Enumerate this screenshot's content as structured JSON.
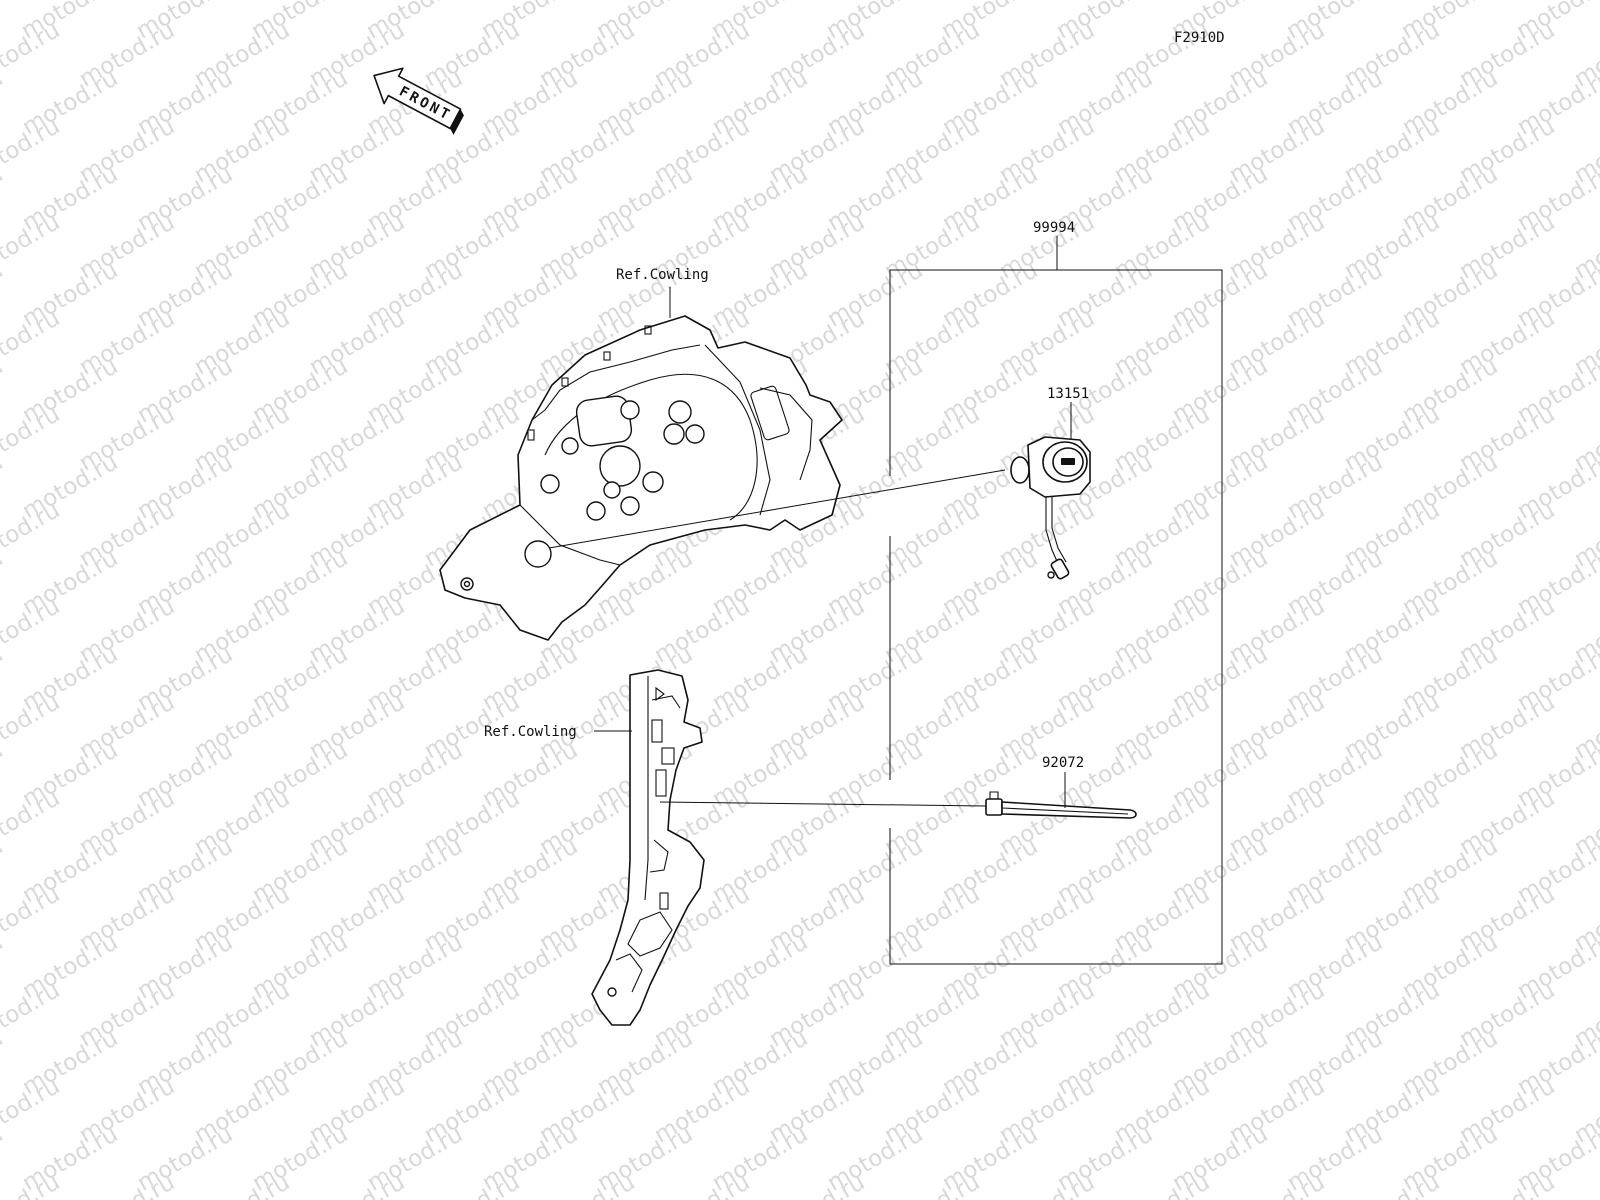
{
  "diagram_code": "F2910D",
  "front_arrow_label": "FRONT",
  "watermark_text": "motod.ru",
  "callouts": {
    "kit": "99994",
    "socket": "13151",
    "band": "92072",
    "ref_cowling_upper": "Ref.Cowling",
    "ref_cowling_lower": "Ref.Cowling"
  }
}
